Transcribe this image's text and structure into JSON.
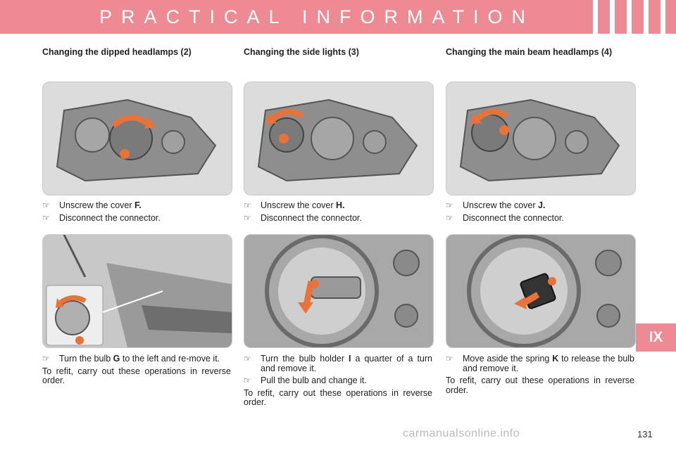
{
  "header": {
    "title": "PRACTICAL INFORMATION"
  },
  "colors": {
    "accent": "#ee8a93",
    "arrow": "#e8733a"
  },
  "columns": [
    {
      "title": "Changing the dipped headlamps (2)",
      "steps": [
        {
          "text": "Unscrew the cover ",
          "key": "F."
        },
        {
          "text": "Disconnect the connector.",
          "key": ""
        }
      ],
      "steps2": [
        {
          "pre": "Turn the bulb ",
          "key": "G",
          "post": " to the left and re-move it."
        }
      ],
      "note": "To refit, carry out these operations in reverse order."
    },
    {
      "title": "Changing the side lights (3)",
      "steps": [
        {
          "text": "Unscrew the cover ",
          "key": "H."
        },
        {
          "text": "Disconnect the connector.",
          "key": ""
        }
      ],
      "steps2": [
        {
          "pre": "Turn the bulb holder ",
          "key": "I",
          "post": " a quarter of a turn and remove it."
        },
        {
          "pre": "Pull the bulb and change it.",
          "key": "",
          "post": ""
        }
      ],
      "note": "To refit, carry out these operations in reverse order."
    },
    {
      "title": "Changing the main beam headlamps (4)",
      "steps": [
        {
          "text": "Unscrew the cover ",
          "key": "J."
        },
        {
          "text": "Disconnect the connector.",
          "key": ""
        }
      ],
      "steps2": [
        {
          "pre": "Move aside the spring ",
          "key": "K",
          "post": " to release the bulb and remove it."
        }
      ],
      "note": "To refit, carry out these operations in reverse order."
    }
  ],
  "bullet_glyph": "☞",
  "side_tab": "IX",
  "page_number": "131",
  "watermark": "carmanualsonline.info"
}
